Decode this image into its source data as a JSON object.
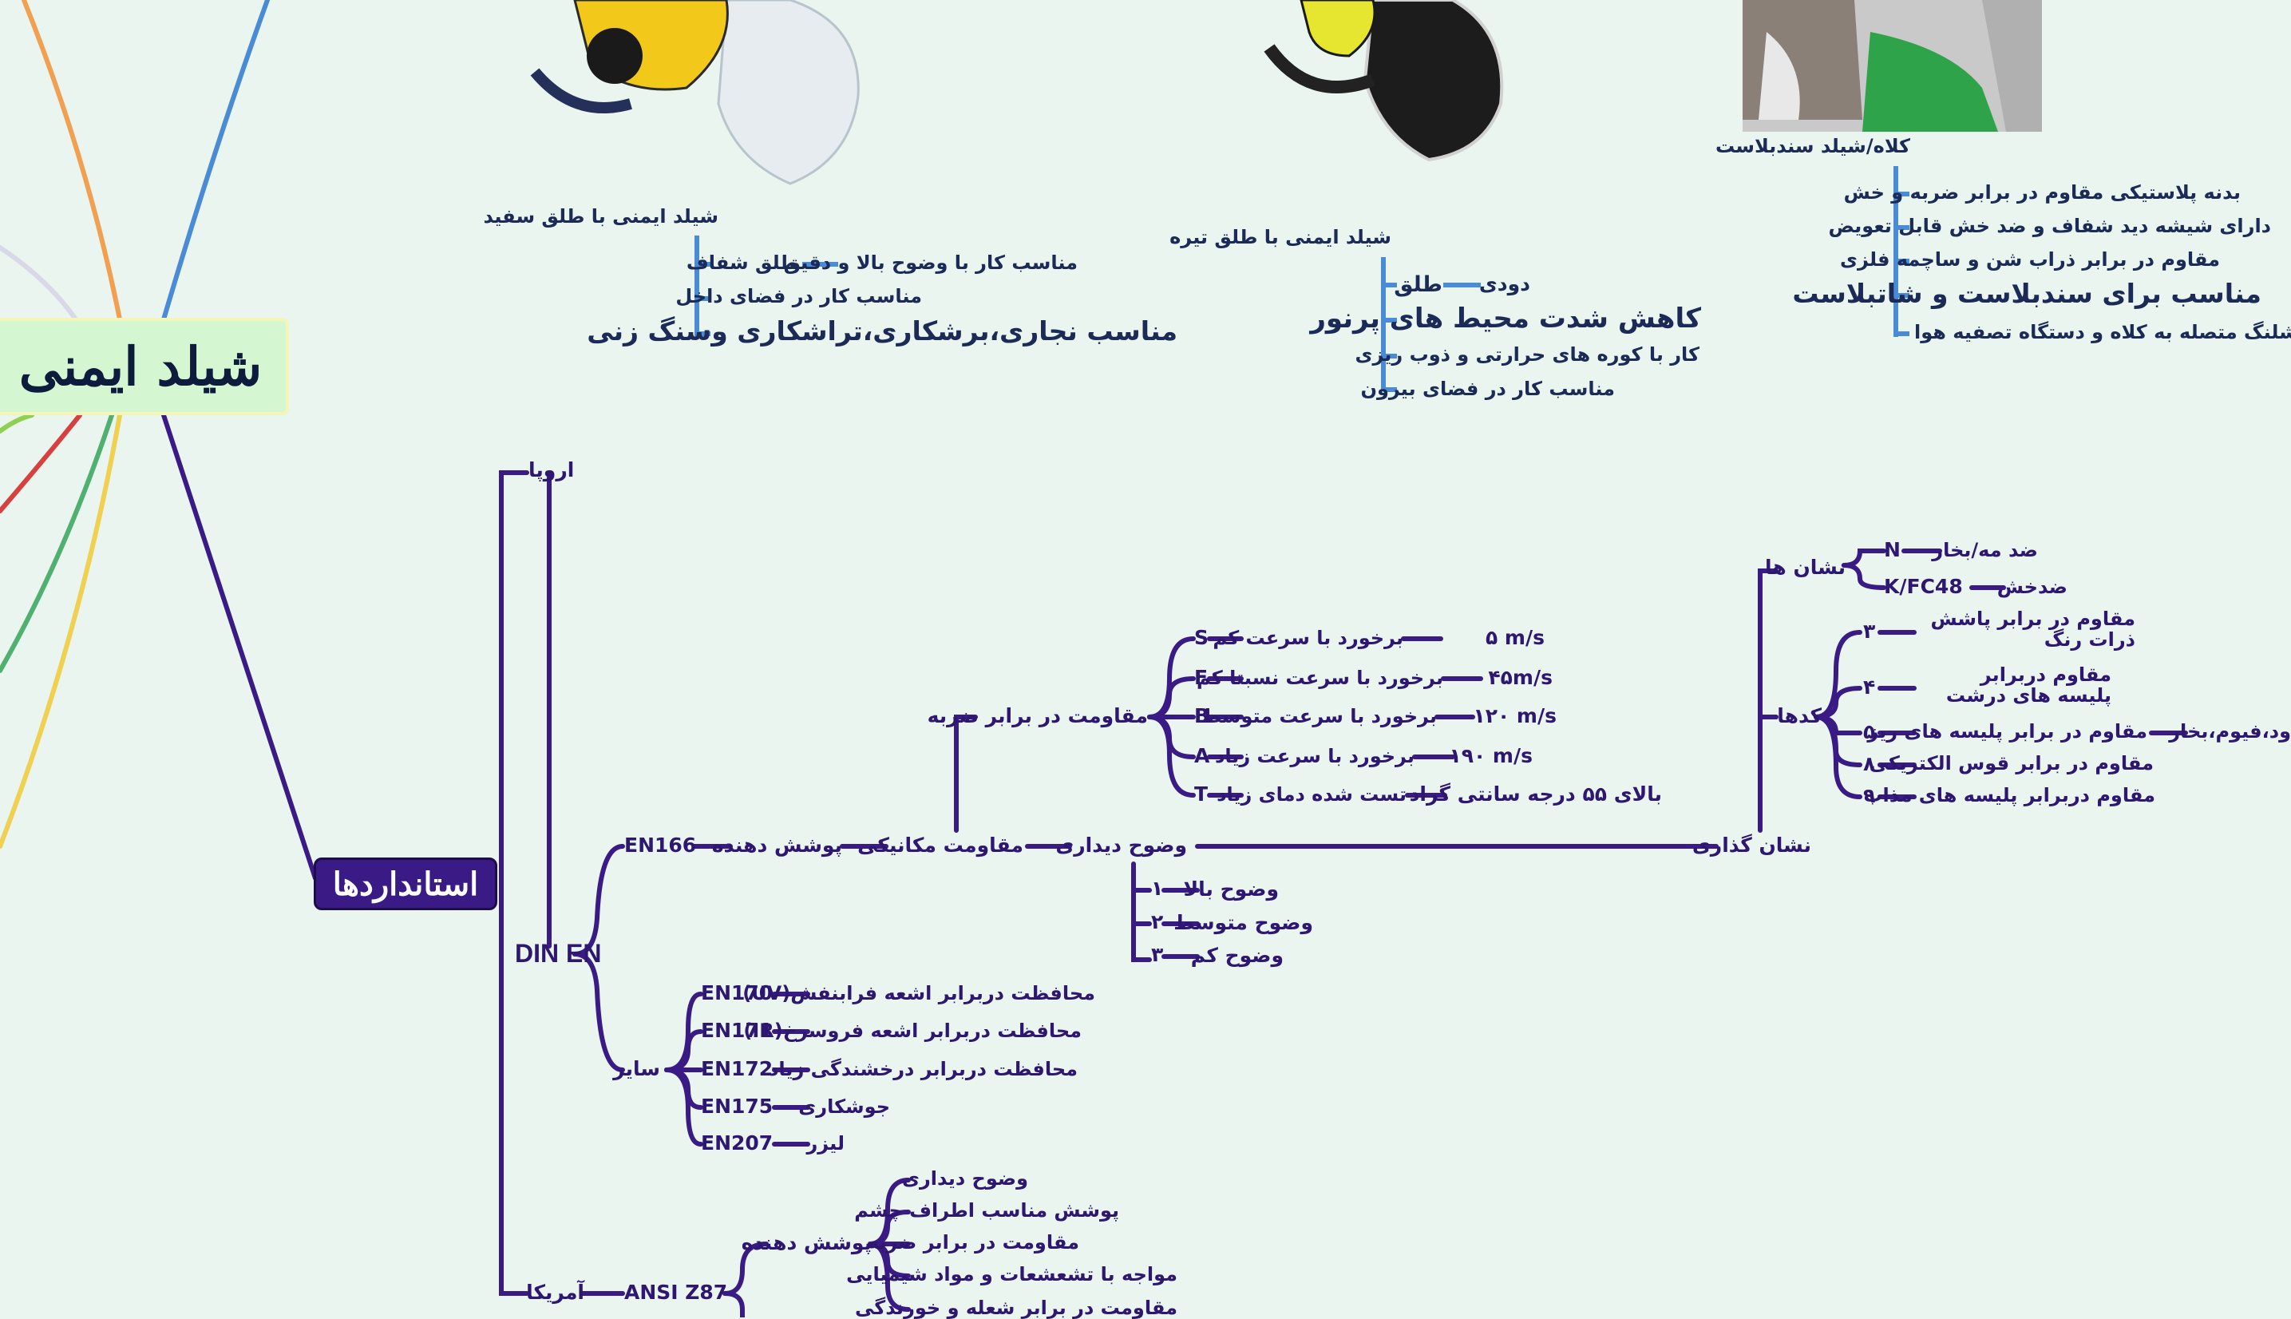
{
  "central": {
    "title": "شیلد ایمنی"
  },
  "shields": {
    "white": {
      "title": "شیلد ایمنی با طلق سفید",
      "items": [
        "طلق شفاف",
        "مناسب کار در فضای داخل",
        "مناسب نجاری،برشکاری،تراشکاری وسنگ زنی"
      ],
      "sub": "مناسب کار با وضوح بالا و دقیق"
    },
    "dark": {
      "title": "شیلد ایمنی با طلق تیره",
      "items": [
        "طلق",
        "کاهش شدت محیط های پرنور",
        "کار با کوره های حرارتی و ذوب ریزی",
        "مناسب کار در فضای بیرون"
      ],
      "sub": "دودی"
    },
    "sandblast": {
      "title": "کلاه/شیلد سندبلاست",
      "items": [
        "بدنه پلاستیکی مقاوم در برابر ضربه و خش",
        "دارای شیشه دید شفاف و ضد خش قابل تعویض",
        "مقاوم در برابر ذراب شن و ساچمه فلزی",
        "مناسب برای سندبلاست و شاتبلاست",
        "از طریق شلنگ متصله به کلاه و دستگاه تصفیه هوا"
      ]
    }
  },
  "standards": {
    "title": "استانداردها",
    "europe": "اروپا",
    "din": "DIN EN",
    "en166": "EN166",
    "coverage": "پوشش دهنده",
    "mechanical": "مقاومت مکانیکی",
    "impact": "مقاومت در برابر ضربه",
    "impact_rows": [
      {
        "code": "S",
        "desc": "برخورد با سرعت کم",
        "speed": "۵ m/s"
      },
      {
        "code": "F",
        "desc": "برخورد با سرعت نسبتا کم",
        "speed": "۴۵m/s"
      },
      {
        "code": "B",
        "desc": "برخورد با سرعت متوسط",
        "speed": "۱۲۰ m/s"
      },
      {
        "code": "A",
        "desc": "برخورد با سرعت زیاد",
        "speed": "۱۹۰ m/s"
      },
      {
        "code": "T",
        "desc": "تست شده دمای زیاد",
        "speed": "بالای ۵۵ درجه سانتی گراد"
      }
    ],
    "clarity": "وضوح دیداری",
    "clarity_rows": [
      {
        "code": "۱",
        "desc": "وضوح بالا"
      },
      {
        "code": "۲",
        "desc": "وضوح متوسط"
      },
      {
        "code": "۳",
        "desc": "وضوح کم"
      }
    ],
    "marking": "نشان گذاری",
    "signs": "نشان ها",
    "sign_rows": [
      {
        "code": "N",
        "desc": "ضد مه/بخار"
      },
      {
        "code": "K/FC48",
        "desc": "ضدخش"
      }
    ],
    "codes": "کدها",
    "code_rows": [
      {
        "code": "۳",
        "desc": "مقاوم در برابر پاشش ذرات رنگ"
      },
      {
        "code": "۴",
        "desc": "مقاوم دربرابر پلیسه های درشت"
      },
      {
        "code": "۵",
        "desc": "مقاوم در برابر پلیسه های ریز"
      },
      {
        "code": "۸",
        "desc": "مقاوم در برابر قوس الکتریکی"
      },
      {
        "code": "۹",
        "desc": "مقاوم دربرابر پلیسه های مذاب"
      }
    ],
    "code5_extra": "ود،فیوم،بخار",
    "others": "سایر",
    "other_rows": [
      {
        "code": "EN170",
        "desc": "محافظت دربرابر اشعه فرابنفش(UV)"
      },
      {
        "code": "EN171",
        "desc": "محافظت دربرابر اشعه فروسرخ(IR)"
      },
      {
        "code": "EN172",
        "desc": "محافظت دربرابر درخشندگی زیاد"
      },
      {
        "code": "EN175",
        "desc": "جوشکاری"
      },
      {
        "code": "EN207",
        "desc": "لیزر"
      }
    ],
    "america": "آمریکا",
    "ansi": "ANSI Z87",
    "ansi_cover": "پوشش دهنده",
    "ansi_rows": [
      "وضوح دیداری",
      "پوشش مناسب اطراف چشم",
      "مقاومت در برابر ضربه",
      "مواجه با تشعشعات و مواد شیمیایی",
      "مقاومت در برابر شعله و خورندگی"
    ]
  },
  "colors": {
    "background": "#e9f5ee",
    "purple": "#3a1a85",
    "blue": "#4a8bd6",
    "navy": "#1b2a57",
    "orange": "#f0a050",
    "red": "#d84040",
    "green": "#50b070",
    "yellow": "#f0d050"
  }
}
